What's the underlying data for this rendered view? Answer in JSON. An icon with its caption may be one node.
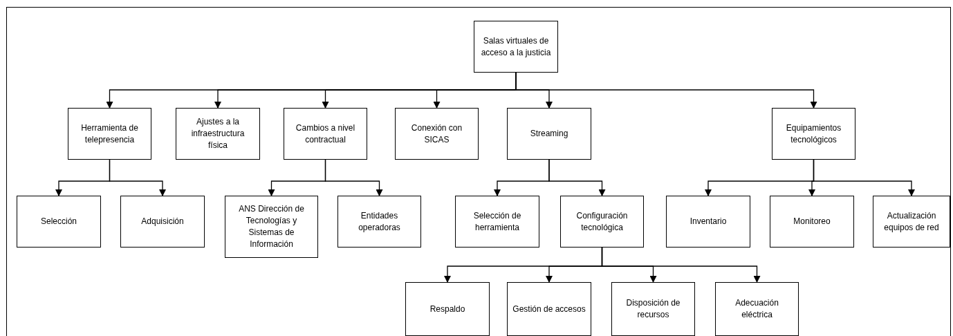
{
  "diagram": {
    "nodes": [
      {
        "text": [
          "Salas virtuales de acceso a la justicia"
        ]
      },
      {
        "text": [
          "Herramienta de telepresencia"
        ]
      },
      {
        "text": [
          "Ajustes a la infraestructura física"
        ]
      },
      {
        "text": [
          "Cambios a nivel contractual"
        ]
      },
      {
        "text": [
          "Conexión con SICAS"
        ]
      },
      {
        "text": [
          "Streaming"
        ]
      },
      {
        "text": [
          "Equipamientos tecnológicos"
        ]
      },
      {
        "text": [
          "Selección"
        ]
      },
      {
        "text": [
          "Adquisición"
        ]
      },
      {
        "text": [
          "ANS Dirección de Tecnologías y Sistemas de Información"
        ]
      },
      {
        "text": [
          "Entidades operadoras"
        ]
      },
      {
        "text": [
          "Selección de herramienta"
        ]
      },
      {
        "text": [
          "Configuración tecnológica"
        ]
      },
      {
        "text": [
          "Inventario"
        ]
      },
      {
        "text": [
          "Monitoreo"
        ]
      },
      {
        "text": [
          "Actualización equipos de red"
        ]
      },
      {
        "text": [
          "Respaldo"
        ]
      },
      {
        "text": [
          "Gestión de accesos"
        ]
      },
      {
        "text": [
          "Disposición de recursos"
        ]
      },
      {
        "text": [
          "Adecuación eléctrica"
        ]
      }
    ],
    "edges": [
      {
        "from": 0,
        "to": 1,
        "arrow": "to"
      },
      {
        "from": 0,
        "to": 2,
        "arrow": "to"
      },
      {
        "from": 0,
        "to": 3,
        "arrow": "to"
      },
      {
        "from": 0,
        "to": 4,
        "arrow": "to"
      },
      {
        "from": 0,
        "to": 5,
        "arrow": "to"
      },
      {
        "from": 0,
        "to": 6,
        "arrow": "to"
      },
      {
        "from": 1,
        "to": 7,
        "arrow": "to"
      },
      {
        "from": 1,
        "to": 8,
        "arrow": "to"
      },
      {
        "from": 3,
        "to": 9,
        "arrow": "to"
      },
      {
        "from": 3,
        "to": 10,
        "arrow": "to"
      },
      {
        "from": 5,
        "to": 11,
        "arrow": "to"
      },
      {
        "from": 5,
        "to": 12,
        "arrow": "to"
      },
      {
        "from": 6,
        "to": 13,
        "arrow": "to"
      },
      {
        "from": 6,
        "to": 14,
        "arrow": "to"
      },
      {
        "from": 6,
        "to": 15,
        "arrow": "to"
      },
      {
        "from": 12,
        "to": 16,
        "arrow": "to"
      },
      {
        "from": 12,
        "to": 17,
        "arrow": "to"
      },
      {
        "from": 12,
        "to": 18,
        "arrow": "to"
      },
      {
        "from": 12,
        "to": 19,
        "arrow": "to"
      }
    ]
  }
}
